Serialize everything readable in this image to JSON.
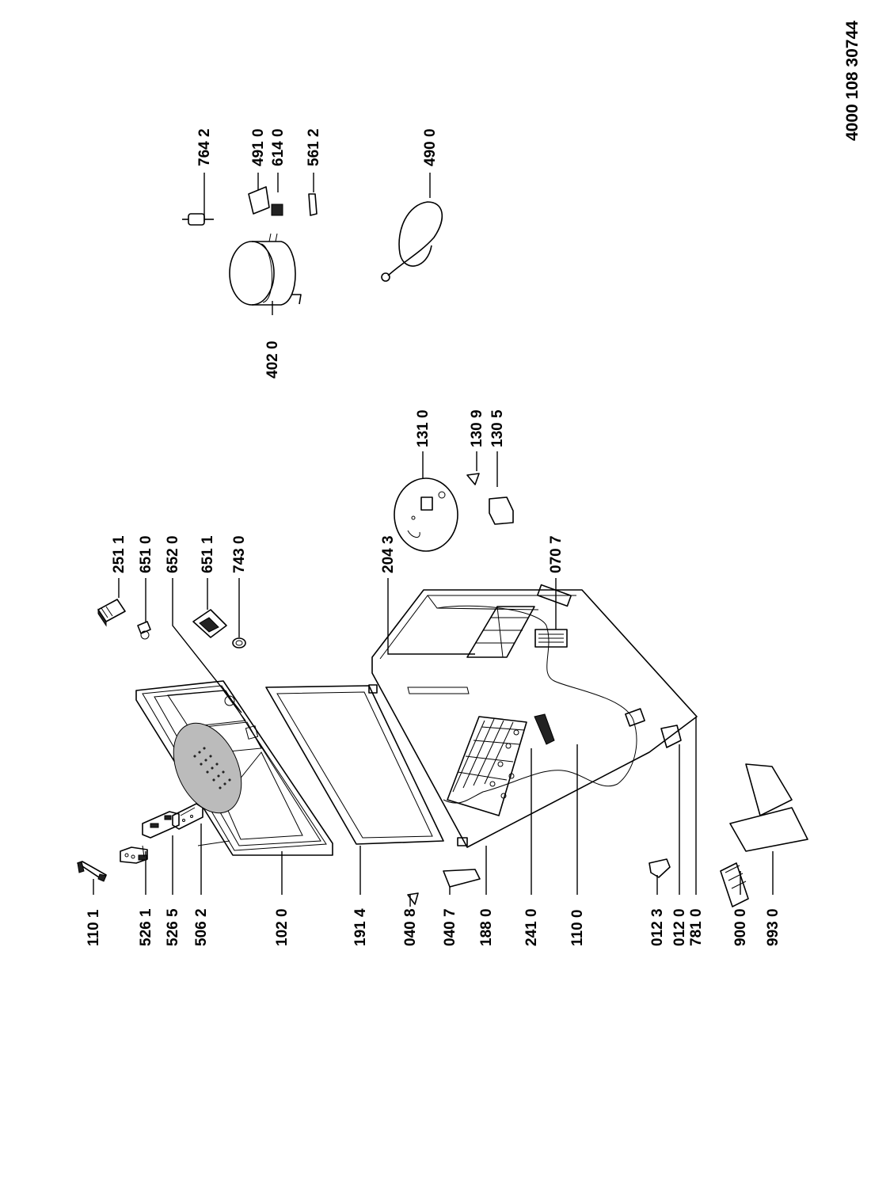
{
  "document": {
    "number": "4000 108 30744"
  },
  "labels": {
    "l1101": "110 1",
    "l5261": "526 1",
    "l5265": "526 5",
    "l5062": "506 2",
    "l1020": "102 0",
    "l1914": "191 4",
    "l0408": "040 8",
    "l0407": "040 7",
    "l1880": "188 0",
    "l2410": "241 0",
    "l1100": "110 0",
    "l0123": "012 3",
    "l0120": "012 0",
    "l7810": "781 0",
    "l9000": "900 0",
    "l9930": "993 0",
    "l2511": "251 1",
    "l6510": "651 0",
    "l6520": "652 0",
    "l6511": "651 1",
    "l7430": "743 0",
    "l2043": "204 3",
    "l0707": "070 7",
    "l1310": "131 0",
    "l1309": "130 9",
    "l1305": "130 5",
    "l4020": "402 0",
    "l7642": "764 2",
    "l4910": "491 0",
    "l6140": "614 0",
    "l5612": "561 2",
    "l4900": "490 0"
  }
}
